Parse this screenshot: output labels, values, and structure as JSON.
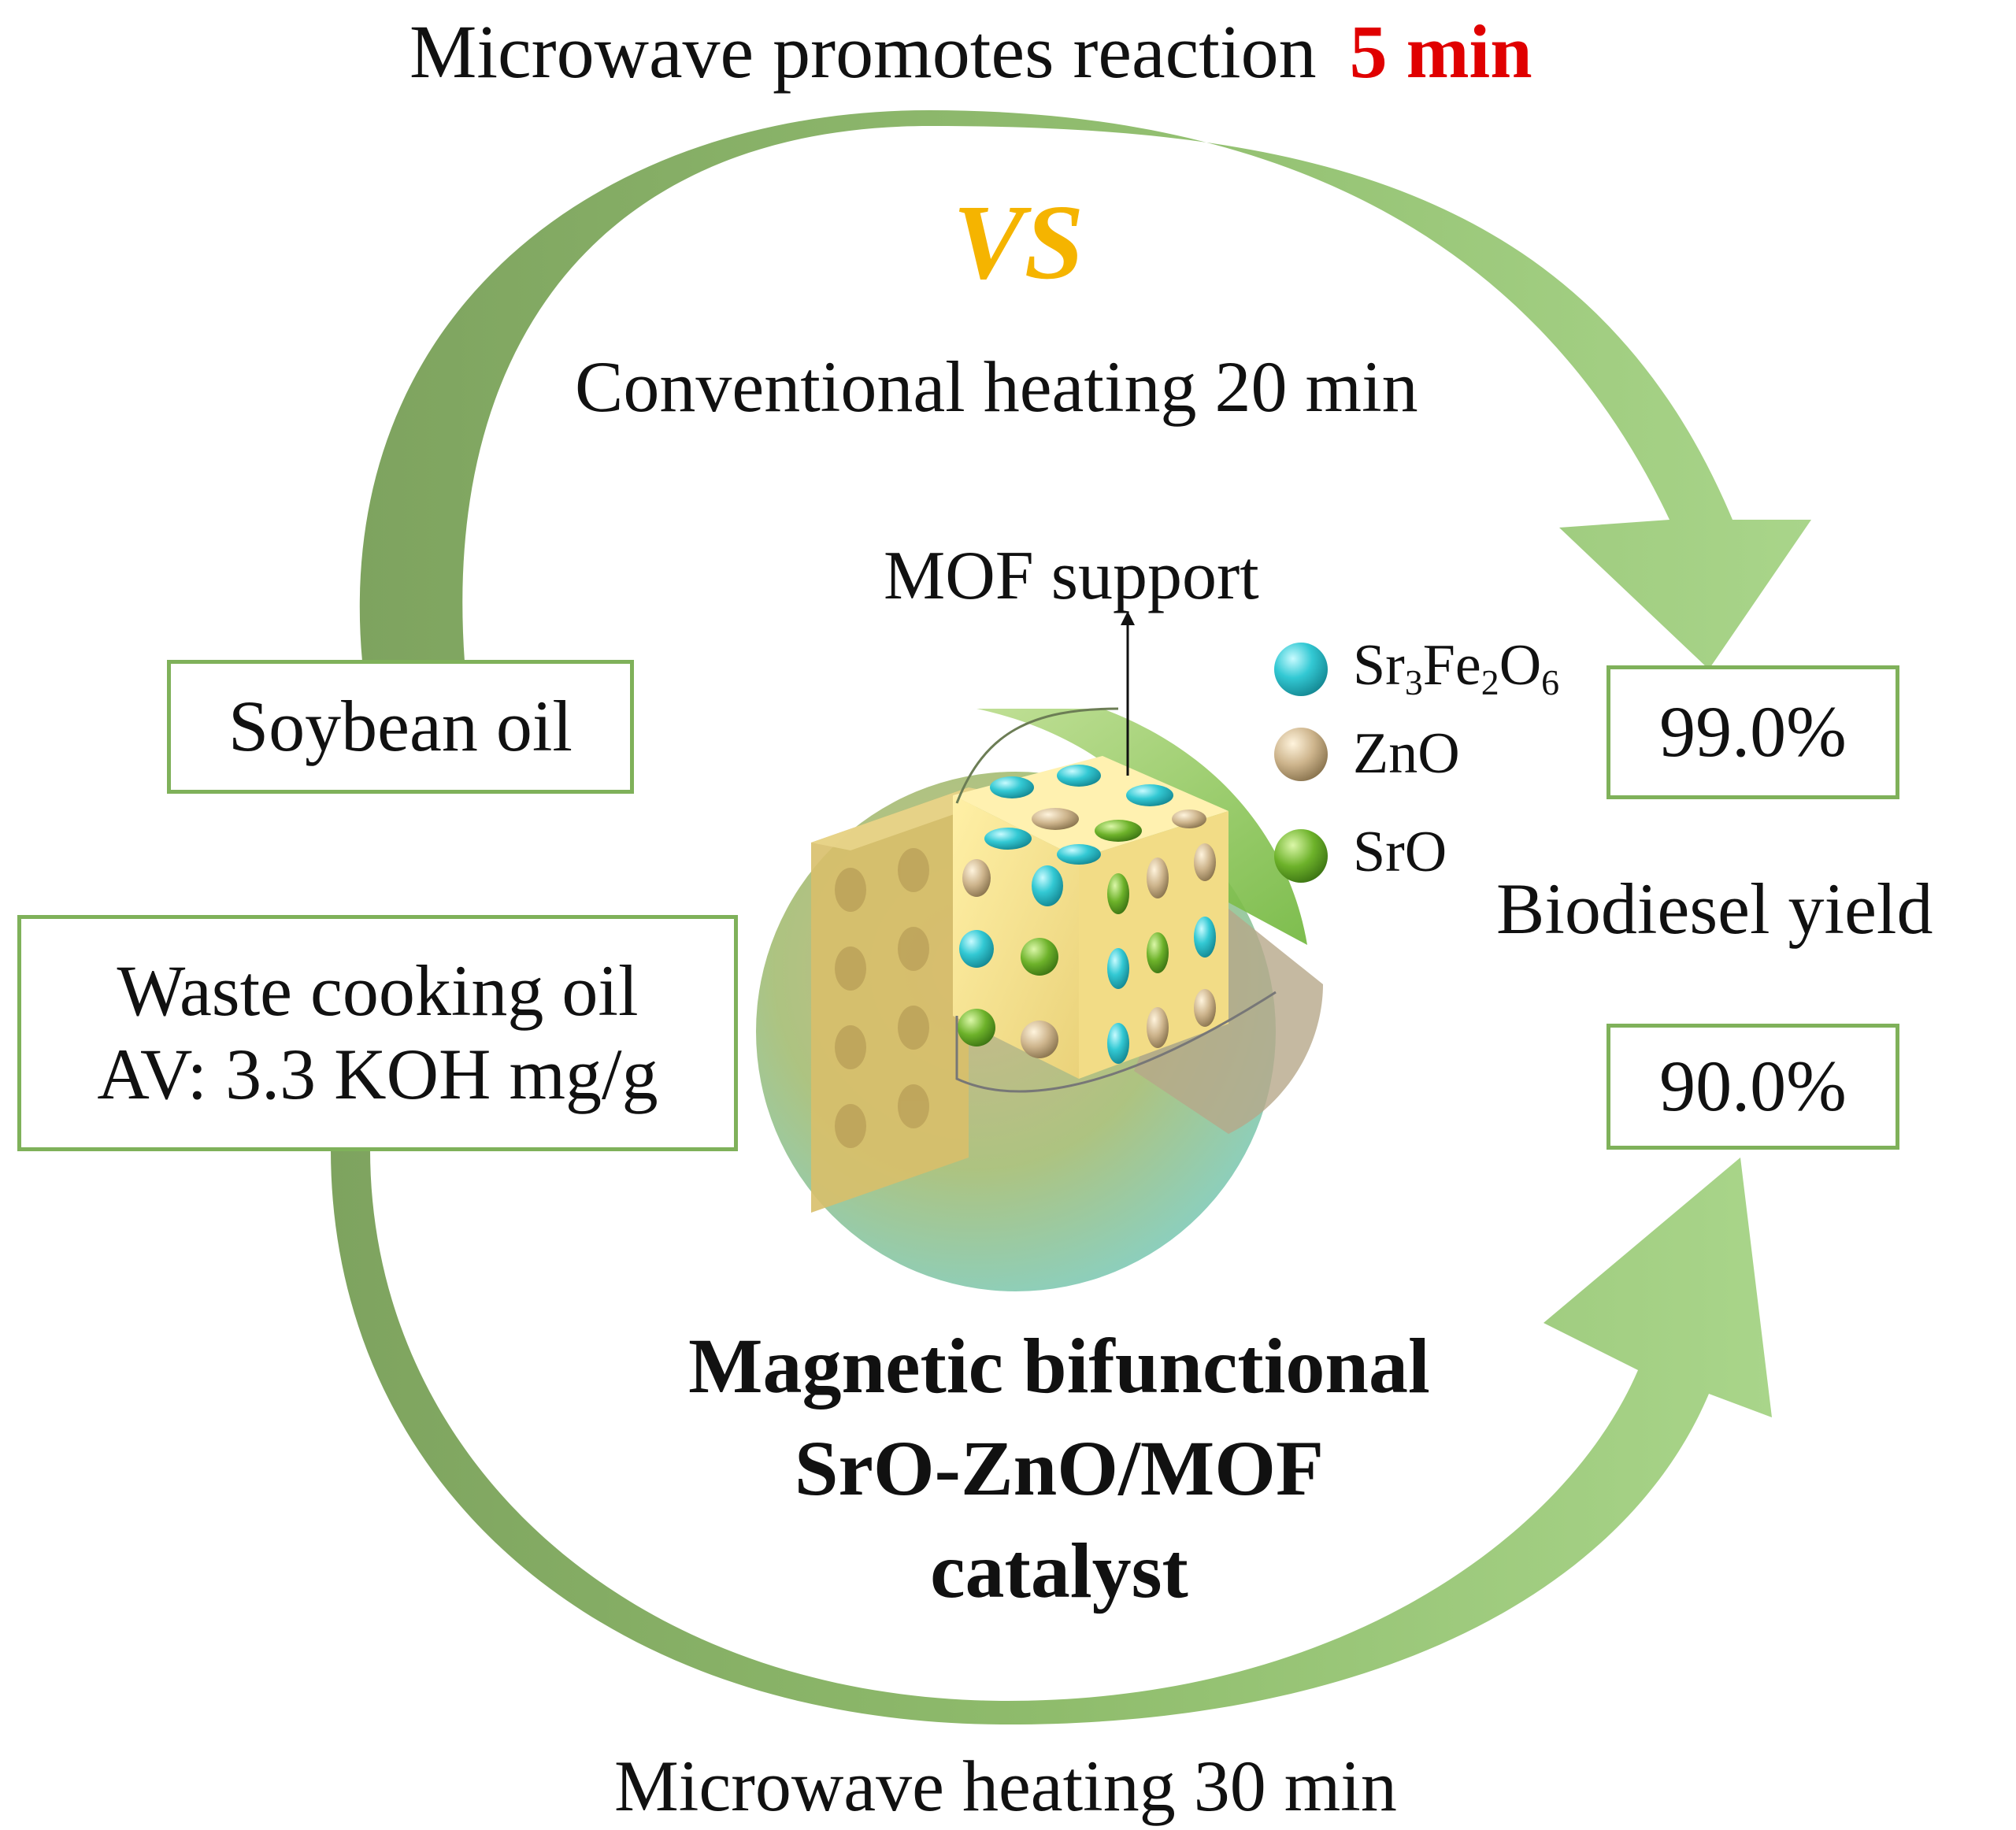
{
  "header": {
    "prefix": "Microwave promotes reaction",
    "highlight": "5  min",
    "highlight_color": "#e00000"
  },
  "vs": {
    "text": "VS",
    "color": "#f5b400"
  },
  "conventional": {
    "text": "Conventional heating 20 min"
  },
  "microwave_bottom": {
    "text": "Microwave heating 30 min"
  },
  "feedstocks": {
    "soybean": {
      "label": "Soybean oil"
    },
    "waste": {
      "line1": "Waste cooking oil",
      "line2": "AV: 3.3 KOH mg/g"
    }
  },
  "yields": {
    "top": {
      "value": "99.0%"
    },
    "bottom": {
      "value": "90.0%"
    },
    "label": "Biodiesel yield"
  },
  "catalyst": {
    "support_label": "MOF support",
    "legend": [
      {
        "base": "Sr",
        "s1": "3",
        "mid": "Fe",
        "s2": "2",
        "end": "O",
        "s3": "6",
        "color": "#2fc4cf"
      },
      {
        "label": "ZnO",
        "color": "#c9b48f"
      },
      {
        "label": "SrO",
        "color": "#6aae2a"
      }
    ],
    "name_line1": "Magnetic bifunctional",
    "name_line2": "SrO-ZnO/MOF",
    "name_line3": "catalyst"
  },
  "colors": {
    "arrow_dark": "#7ea35f",
    "arrow_light": "#a9d58a",
    "box_border": "#7fb15a"
  }
}
